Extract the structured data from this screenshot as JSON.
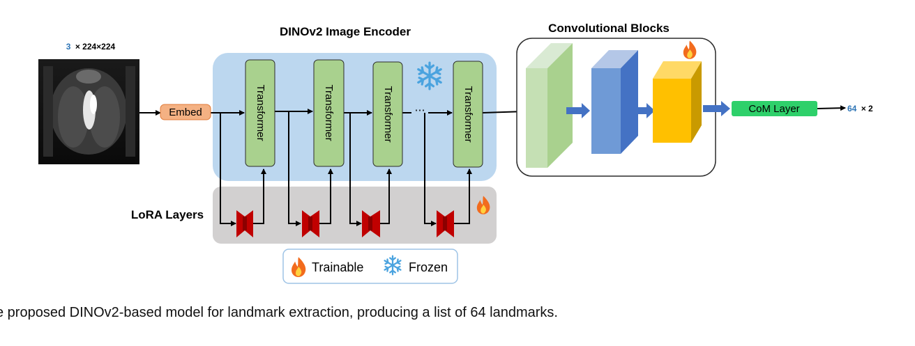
{
  "input": {
    "channels": "3",
    "dims": "× 224×224"
  },
  "embed_label": "Embed",
  "encoder": {
    "title": "DINOv2 Image Encoder",
    "transformers": [
      "Transformer",
      "Transformer",
      "Transformer",
      "Transformer"
    ],
    "ellipsis": "⋯"
  },
  "lora_label": "LoRA Layers",
  "conv_title": "Convolutional Blocks",
  "com_layer": "CoM Layer",
  "output": {
    "count": "64",
    "dims": "× 2"
  },
  "legend": {
    "trainable": "Trainable",
    "frozen": "Frozen"
  },
  "caption": "e proposed DINOv2-based model for landmark extraction, producing a list of 64 landmarks.",
  "colors": {
    "encoder_bg": "#bcd7ef",
    "lora_bg": "#d2d0d0",
    "transformer_fill": "#a9d18e",
    "embed_fill": "#f4b183",
    "com_fill": "#2ed06a",
    "lora_red": "#c00000",
    "accent_blue": "#2e75b6"
  }
}
